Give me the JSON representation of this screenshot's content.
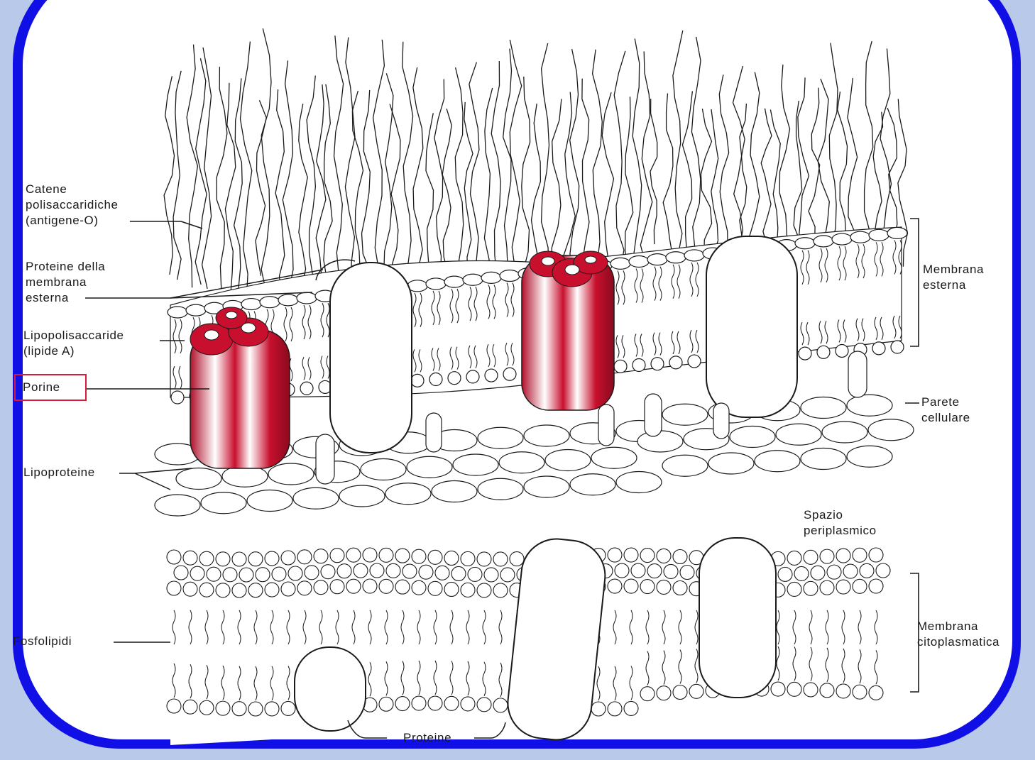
{
  "labels": {
    "catene": [
      "Catene",
      "polisaccaridiche",
      "(antigene-O)"
    ],
    "proteine_membrana_esterna": [
      "Proteine della",
      "membrana",
      "esterna"
    ],
    "lipopolisaccaride": [
      "Lipopolisaccaride",
      "(lipide A)"
    ],
    "porine": "Porine",
    "lipoproteine": "Lipoproteine",
    "fosfolipidi": "Fosfolipidi",
    "proteine": "Proteine",
    "membrana_esterna": [
      "Membrana",
      "esterna"
    ],
    "parete_cellulare": [
      "Parete",
      "cellulare"
    ],
    "spazio_periplasmico": [
      "Spazio",
      "periplasmico"
    ],
    "membrana_citoplasmatica": [
      "Membrana",
      "citoplasmatica"
    ]
  },
  "colors": {
    "frame_blue": "#1010e6",
    "frame_light": "#b9c9ea",
    "porin_red": "#c8102e",
    "ink": "#1a1a1a",
    "paper": "#ffffff"
  }
}
